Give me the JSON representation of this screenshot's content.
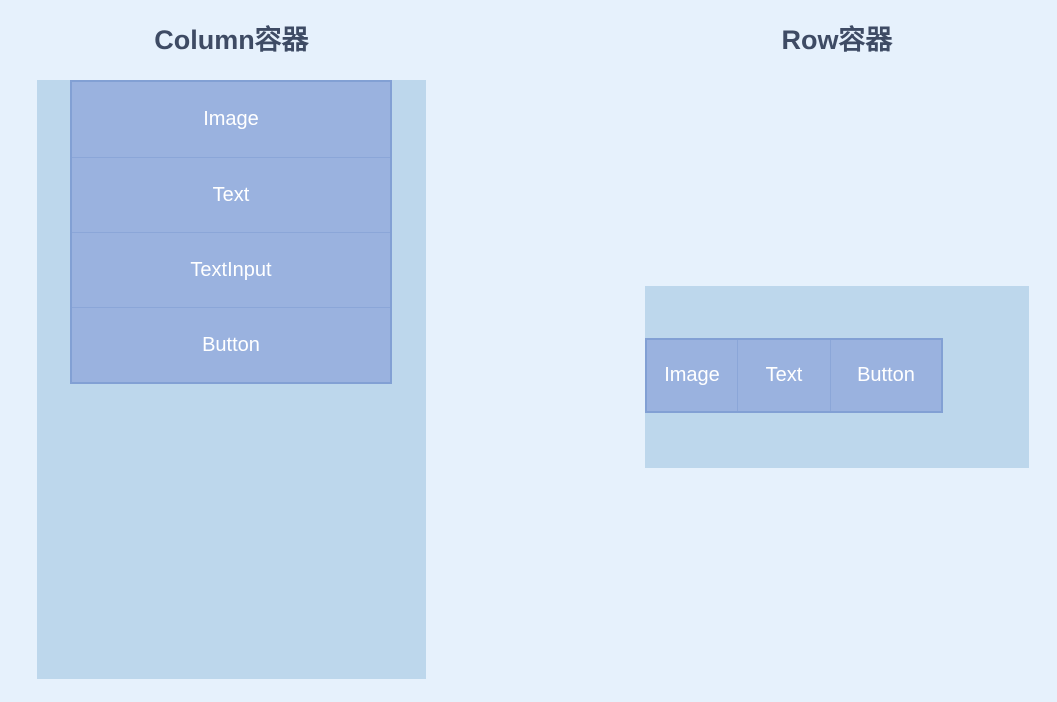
{
  "colors": {
    "page_bg": "#E6F1FC",
    "container_bg": "#BDD7EC",
    "item_bg": "#9AB2DF",
    "item_border": "#82A0D4",
    "title_text": "#3E4B64",
    "item_text": "#FFFFFF"
  },
  "column_section": {
    "title": "Column容器",
    "items": [
      "Image",
      "Text",
      "TextInput",
      "Button"
    ]
  },
  "row_section": {
    "title": "Row容器",
    "items": [
      "Image",
      "Text",
      "Button"
    ]
  }
}
